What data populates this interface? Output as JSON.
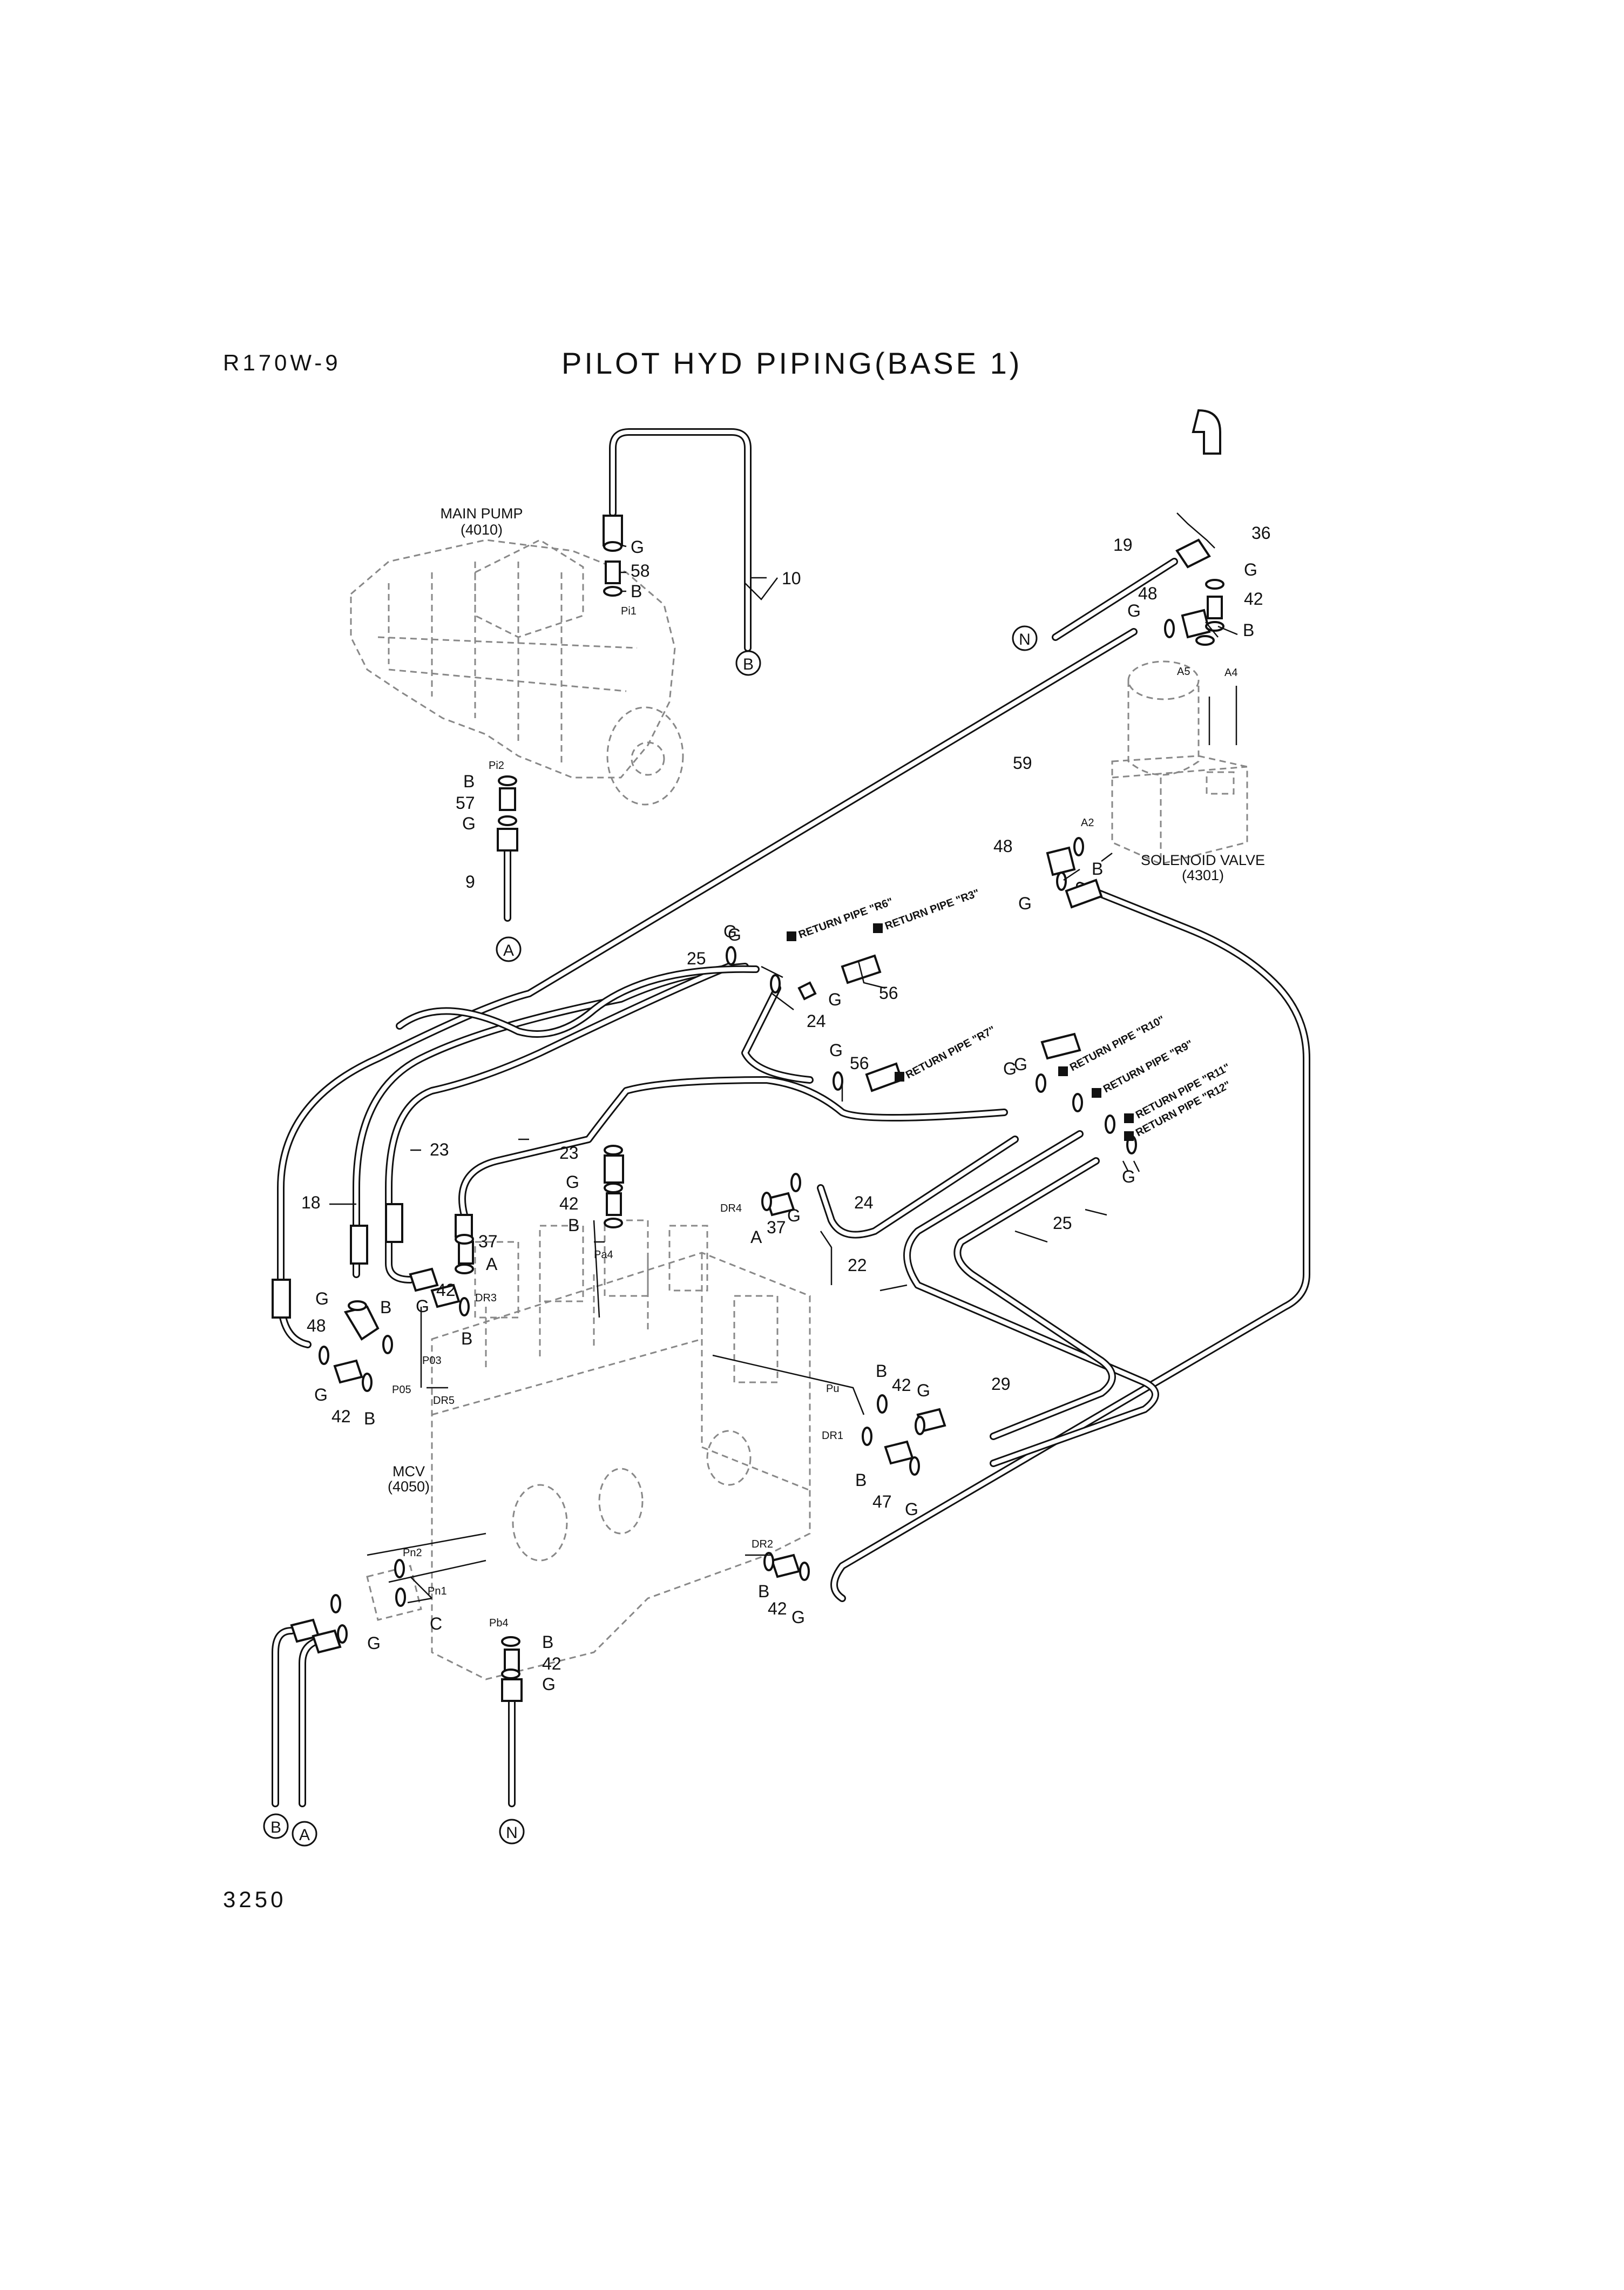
{
  "header": {
    "model": "R170W-9",
    "title": "PILOT HYD PIPING(BASE 1)"
  },
  "footer": {
    "page_number": "3250"
  },
  "components": {
    "main_pump": {
      "name": "MAIN PUMP",
      "code": "(4010)"
    },
    "solenoid_valve": {
      "name": "SOLENOID VALVE",
      "code": "(4301)"
    },
    "mcv": {
      "name": "MCV",
      "code": "(4050)"
    }
  },
  "connectors": {
    "A": "A",
    "B": "B",
    "N": "N"
  },
  "ports": [
    "Pi1",
    "Pi2",
    "A5",
    "A4",
    "A2",
    "DR4",
    "Pa4",
    "DR3",
    "P03",
    "P05",
    "DR5",
    "Pu",
    "DR1",
    "DR2",
    "Pn2",
    "Pn1",
    "Pb4"
  ],
  "return_pipes": [
    "RETURN PIPE \"R6\"",
    "RETURN PIPE \"R3\"",
    "RETURN PIPE \"R7\"",
    "RETURN PIPE \"R10\"",
    "RETURN PIPE \"R9\"",
    "RETURN PIPE \"R11\"",
    "RETURN PIPE \"R12\""
  ],
  "callouts": [
    "G",
    "58",
    "B",
    "10",
    "B",
    "57",
    "G",
    "9",
    "19",
    "36",
    "G",
    "48",
    "42",
    "B",
    "59",
    "48",
    "B",
    "G",
    "G",
    "25",
    "G",
    "56",
    "24",
    "G",
    "56",
    "G",
    "G",
    "23",
    "23",
    "G",
    "42",
    "B",
    "37",
    "A",
    "18",
    "G",
    "48",
    "B",
    "G",
    "42",
    "B",
    "G",
    "42",
    "B",
    "A",
    "37",
    "G",
    "24",
    "25",
    "22",
    "B",
    "42",
    "G",
    "29",
    "B",
    "47",
    "G",
    "B",
    "42",
    "G",
    "C",
    "G",
    "B",
    "42",
    "G",
    "G",
    "G",
    "G"
  ]
}
